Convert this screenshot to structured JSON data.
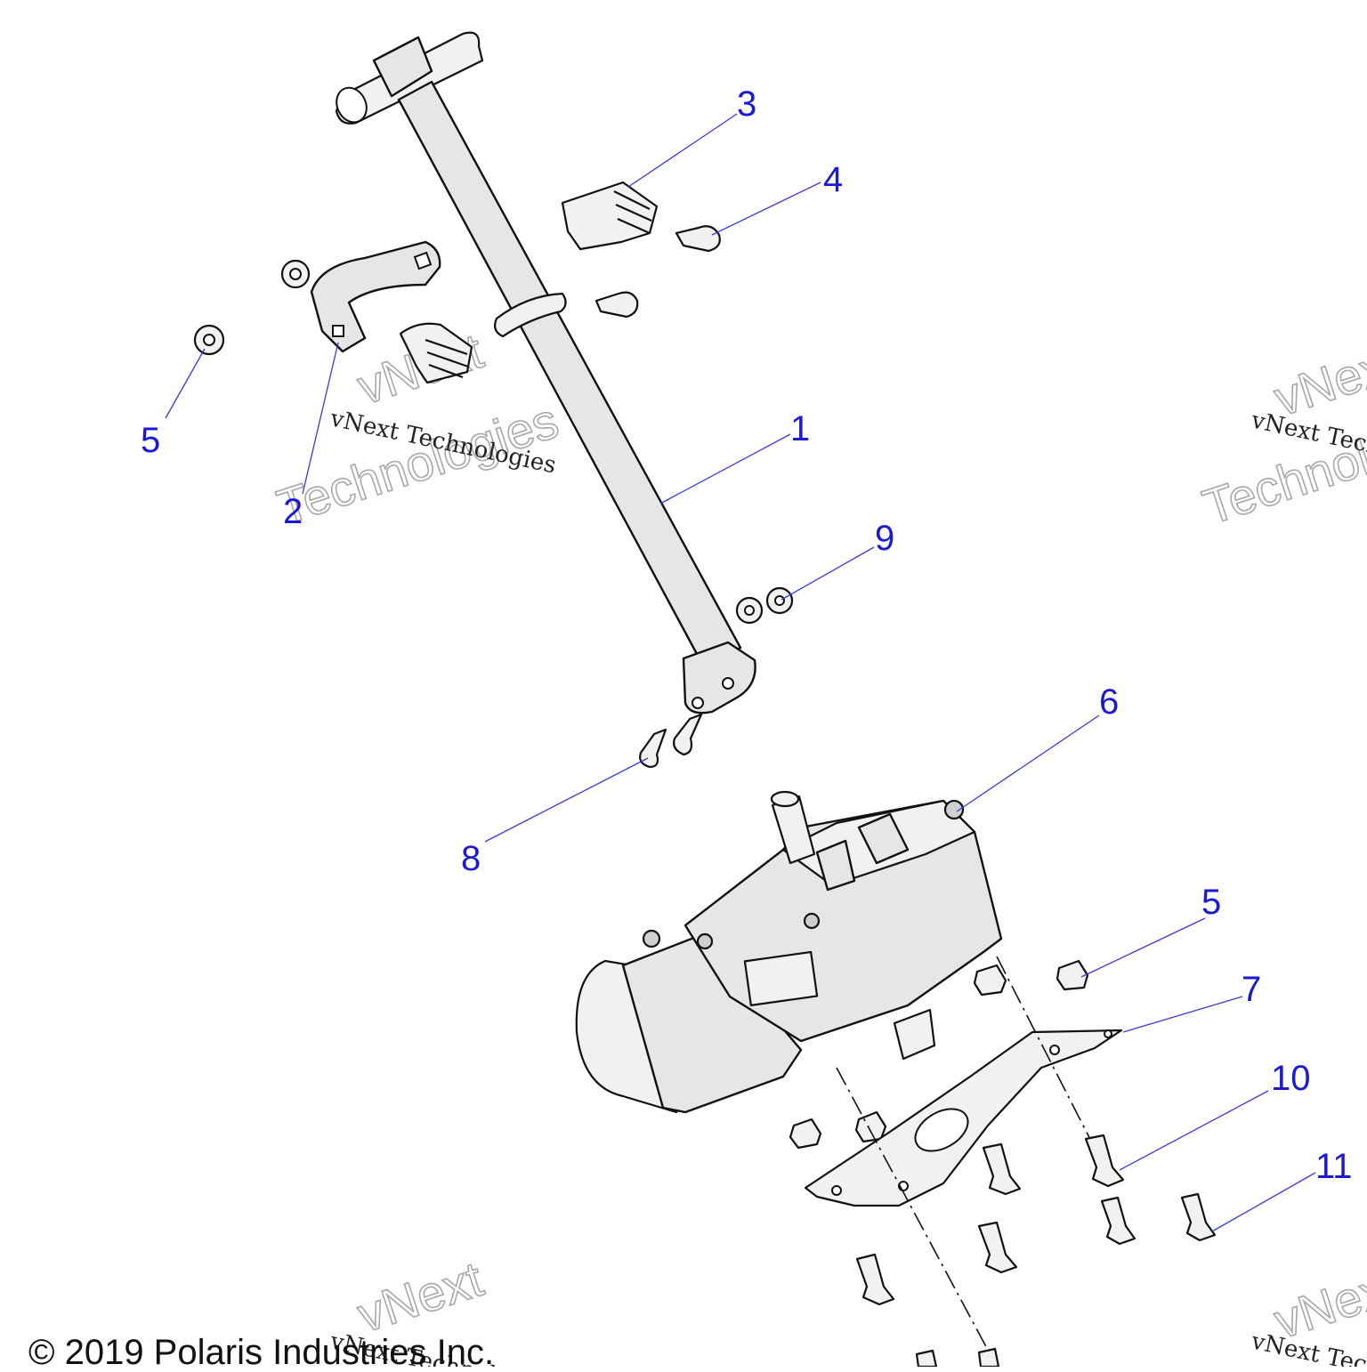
{
  "callouts": [
    {
      "number": "1"
    },
    {
      "number": "2"
    },
    {
      "number": "3"
    },
    {
      "number": "4"
    },
    {
      "number": "5"
    },
    {
      "number": "5"
    },
    {
      "number": "6"
    },
    {
      "number": "7"
    },
    {
      "number": "8"
    },
    {
      "number": "9"
    },
    {
      "number": "10"
    },
    {
      "number": "11"
    }
  ],
  "watermark": {
    "line1": "vNext",
    "line2": "Technologies",
    "plain": "vNext Technologies"
  },
  "copyright": "© 2019 Polaris Industries Inc.",
  "colors": {
    "callout": "#1a1ad6",
    "line_art": "#111111",
    "part_fill": "#e6e6e6"
  }
}
